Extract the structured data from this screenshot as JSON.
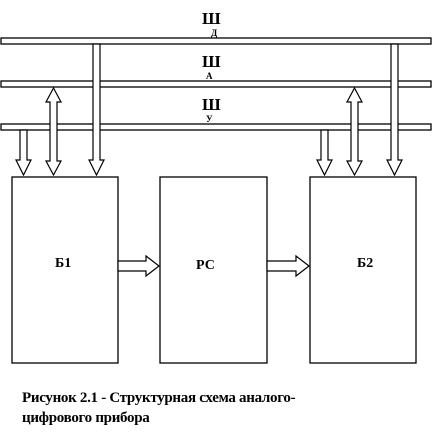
{
  "buses": [
    {
      "label": "Ш",
      "sub": "Д"
    },
    {
      "label": "Ш",
      "sub": "А"
    },
    {
      "label": "Ш",
      "sub": "У"
    }
  ],
  "blocks": [
    {
      "label": "Б1"
    },
    {
      "label": "РС"
    },
    {
      "label": "Б2"
    }
  ],
  "caption": {
    "line1": "Рисунок 2.1 - Структурная схема аналого-",
    "line2": "цифрового прибора"
  }
}
